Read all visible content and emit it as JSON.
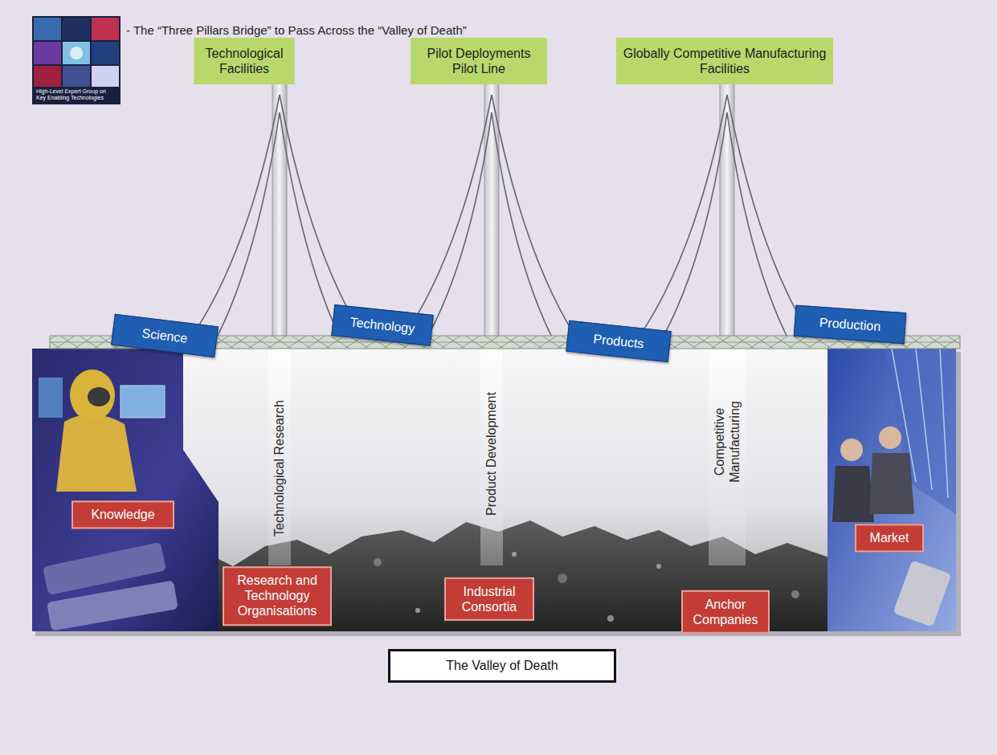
{
  "diagram": {
    "title": "- The “Three Pillars Bridge” to Pass Across the “Valley of Death”",
    "nodes": [
      {
        "text": [
          "Technological Facilities"
        ]
      },
      {
        "text": [
          "Pilot Deployments Pilot Line"
        ]
      },
      {
        "text": [
          "Globally Competitive Manufacturing Facilities"
        ]
      },
      {
        "text": [
          "Science"
        ]
      },
      {
        "text": [
          "Technology"
        ]
      },
      {
        "text": [
          "Products"
        ]
      },
      {
        "text": [
          "Production"
        ]
      },
      {
        "text": [
          "Knowledge"
        ]
      },
      {
        "text": [
          "Research and Technology Organisations"
        ]
      },
      {
        "text": [
          "Industrial Consortia"
        ]
      },
      {
        "text": [
          "Anchor Companies"
        ]
      },
      {
        "text": [
          "Market"
        ]
      },
      {
        "text": [
          "The Valley of Death"
        ]
      }
    ],
    "labels": [
      "High-Level Expert Group on Key Enabling Technologies",
      "Technological Research",
      "Product Development",
      "Competitive Manufacturing"
    ]
  }
}
